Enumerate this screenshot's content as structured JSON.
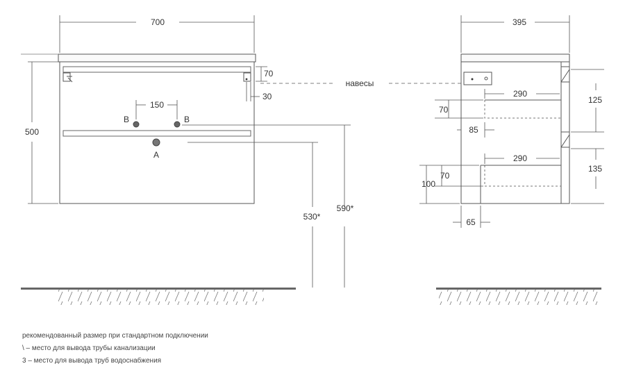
{
  "dimensions": {
    "front_width": "700",
    "side_depth": "395",
    "height": "500",
    "hinge_top": "70",
    "hinge_side": "30",
    "pipe_spacing": "150",
    "height_a": "530*",
    "height_b": "590*",
    "drawer_depth_top": "290",
    "drawer_depth_bottom": "290",
    "side_70_top": "70",
    "side_85": "85",
    "side_70_bottom": "70",
    "side_100": "100",
    "side_65": "65",
    "side_125": "125",
    "side_135": "135"
  },
  "labels": {
    "hinges": "навесы",
    "point_a": "A",
    "point_b_left": "B",
    "point_b_right": "B"
  },
  "notes": [
    "рекомендованный размер при стандартном подключении",
    "\\ – место для вывода трубы канализации",
    "3 – место для вывода труб водоснабжения"
  ]
}
